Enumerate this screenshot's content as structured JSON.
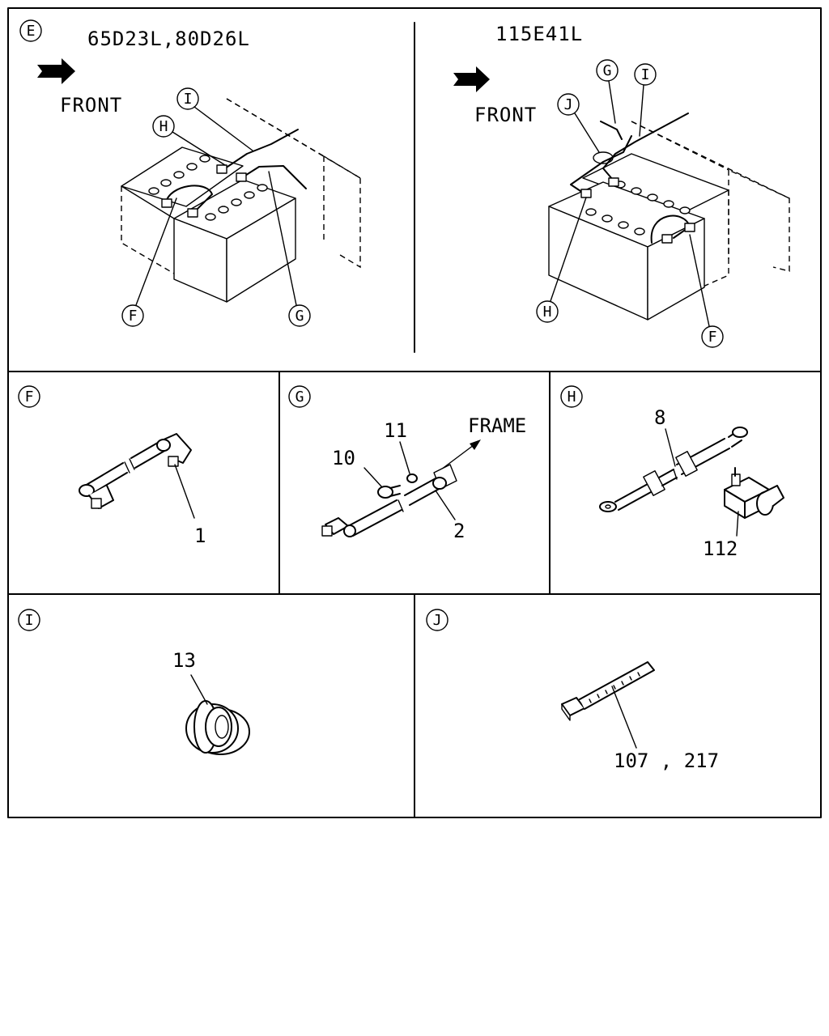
{
  "frames": {
    "E": {
      "tag": "E",
      "left": {
        "model_text": "65D23L,80D26L",
        "front_text": "FRONT",
        "callouts": {
          "I": "I",
          "H": "H",
          "F": "F",
          "G": "G"
        }
      },
      "right": {
        "model_text": "115E41L",
        "front_text": "FRONT",
        "callouts": {
          "G": "G",
          "I": "I",
          "J": "J",
          "H": "H",
          "F": "F"
        }
      }
    },
    "F": {
      "tag": "F",
      "parts": [
        "1"
      ]
    },
    "G": {
      "tag": "G",
      "parts": [
        "10",
        "11",
        "2"
      ],
      "frame_text": "FRAME"
    },
    "H": {
      "tag": "H",
      "parts": [
        "8",
        "112"
      ]
    },
    "I": {
      "tag": "I",
      "parts": [
        "13"
      ]
    },
    "J": {
      "tag": "J",
      "parts": [
        "107 , 217"
      ]
    }
  }
}
